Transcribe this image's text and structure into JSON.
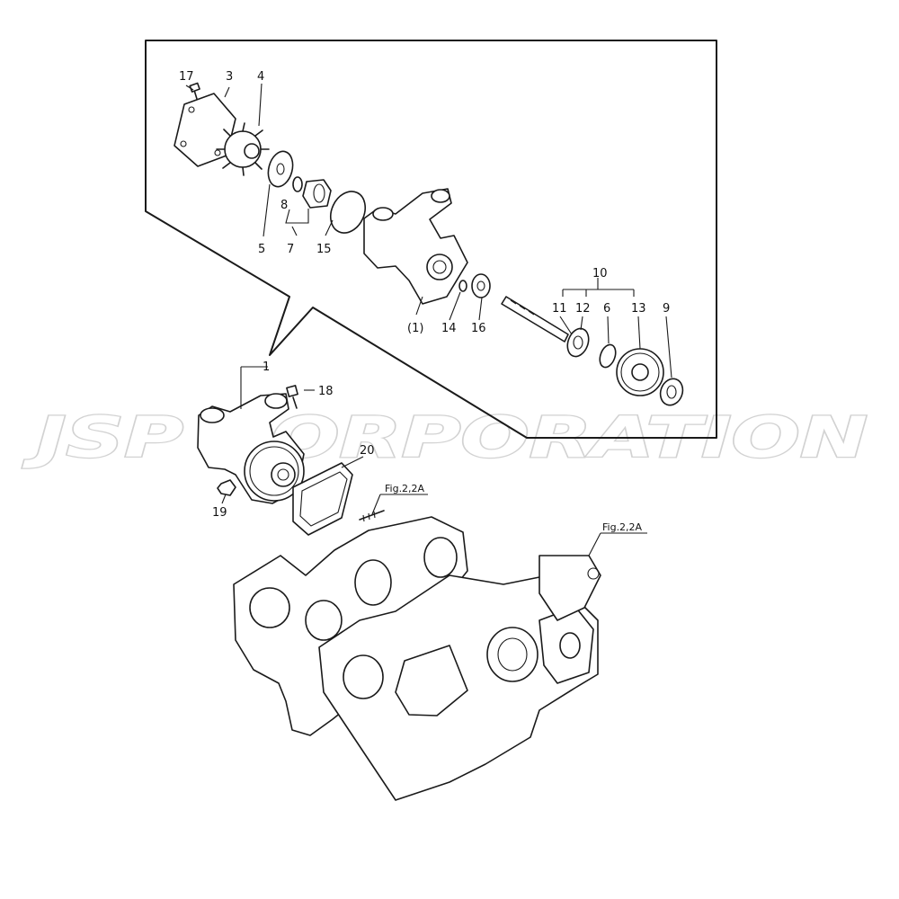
{
  "watermark": "JSP CORPORATION",
  "callouts": {
    "c17": "17",
    "c3": "3",
    "c4": "4",
    "c8": "8",
    "c5": "5",
    "c7": "7",
    "c15": "15",
    "c10": "10",
    "c11": "11",
    "c12": "12",
    "c6": "6",
    "c13": "13",
    "c9": "9",
    "c1_inset": "(1)",
    "c14": "14",
    "c16": "16",
    "c1": "1",
    "c18": "18",
    "c20": "20",
    "c19": "19"
  },
  "figure_refs": {
    "ref_a": "Fig.2,2A",
    "ref_b": "Fig.2,2A"
  }
}
